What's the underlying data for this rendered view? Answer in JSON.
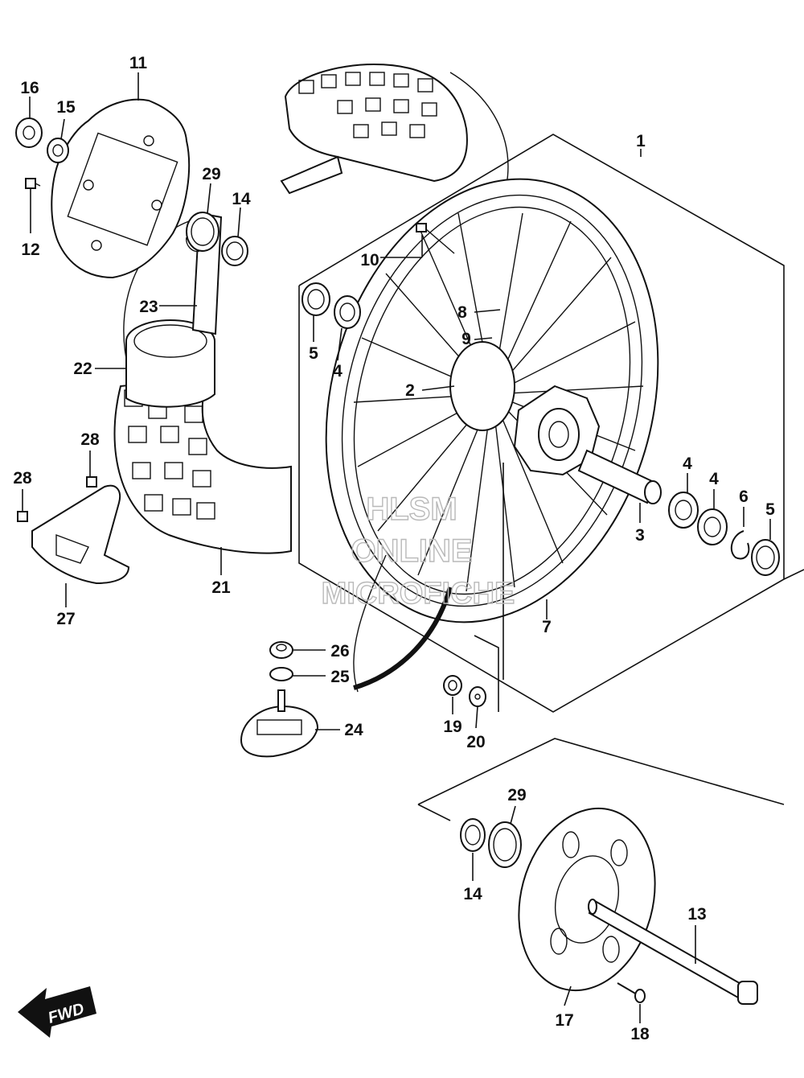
{
  "watermark": [
    "HLSM",
    "ONLINE",
    "MICROFICHE"
  ],
  "direction_badge": "FWD",
  "callouts": [
    "1",
    "2",
    "3",
    "4",
    "4",
    "4",
    "5",
    "5",
    "6",
    "7",
    "8",
    "9",
    "10",
    "11",
    "12",
    "13",
    "14",
    "14",
    "15",
    "16",
    "17",
    "18",
    "19",
    "20",
    "21",
    "22",
    "23",
    "24",
    "25",
    "26",
    "27",
    "28",
    "28",
    "29",
    "29"
  ],
  "icons": {
    "fwd_arrow": "fwd-arrow-icon"
  }
}
